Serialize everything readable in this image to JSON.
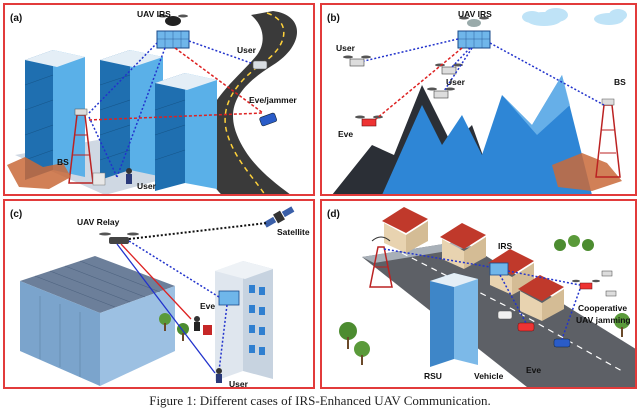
{
  "caption": "Figure 1: Different cases of IRS-Enhanced UAV Communication.",
  "panels": {
    "a": {
      "tag": "(a)",
      "uav": "UAV IRS",
      "user_top": "User",
      "eve": "Eve/jammer",
      "bs": "BS",
      "user_bottom": "User"
    },
    "b": {
      "tag": "(b)",
      "uav": "UAV IRS",
      "user_left": "User",
      "user_mid": "User",
      "eve": "Eve",
      "bs": "BS"
    },
    "c": {
      "tag": "(c)",
      "uav": "UAV Relay",
      "satellite": "Satellite",
      "eve": "Eve",
      "user": "User"
    },
    "d": {
      "tag": "(d)",
      "irs": "IRS",
      "jamming_line1": "Cooperative",
      "jamming_line2": "UAV jamming",
      "rsu": "RSU",
      "vehicle": "Vehicle",
      "eve": "Eve"
    }
  },
  "colors": {
    "frame": "#e23b3b",
    "legit_link": "#2233cc",
    "eve_link": "#dd2222",
    "black_link": "#111111"
  }
}
